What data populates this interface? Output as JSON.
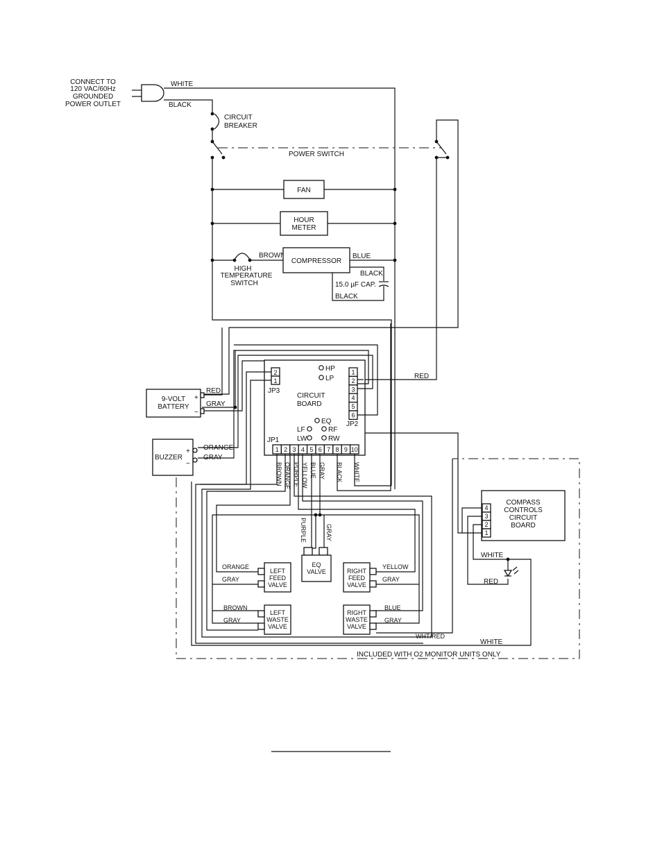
{
  "labels": {
    "connect": [
      "CONNECT TO",
      "120 VAC/60Hz",
      "GROUNDED",
      "POWER OUTLET"
    ],
    "white": "WHITE",
    "black": "BLACK",
    "circuit_breaker": [
      "CIRCUIT",
      "BREAKER"
    ],
    "power_switch": "POWER SWITCH",
    "fan": "FAN",
    "hour_meter": [
      "HOUR",
      "METER"
    ],
    "brown": "BROWN",
    "compressor": "COMPRESSOR",
    "blue": "BLUE",
    "cap_black_top": "BLACK",
    "capacitor": "15.0 µF CAP.",
    "cap_black_bottom": "BLACK",
    "high_temp": [
      "HIGH",
      "TEMPERATURE",
      "SWITCH"
    ],
    "battery": [
      "9-VOLT",
      "BATTERY"
    ],
    "battery_red": "RED",
    "battery_gray": "GRAY",
    "buzzer": "BUZZER",
    "buzzer_orange": "ORANGE",
    "buzzer_gray": "GRAY",
    "plus": "+",
    "minus": "−",
    "jp3": "JP3",
    "jp3_pins": [
      "2",
      "1"
    ],
    "hp": "HP",
    "lp": "LP",
    "circuit_board": [
      "CIRCUIT",
      "BOARD"
    ],
    "eq": "EQ",
    "lf": "LF",
    "rf": "RF",
    "lw": "LW",
    "rw": "RW",
    "jp1": "JP1",
    "jp2": "JP2",
    "jp2_pins": [
      "1",
      "2",
      "3",
      "4",
      "5",
      "6"
    ],
    "jp1_pins": [
      "1",
      "2",
      "3",
      "4",
      "5",
      "6",
      "7",
      "8",
      "9",
      "10"
    ],
    "jp1_wires": [
      "BROWN",
      "ORANGE",
      "PURPLE",
      "YELLOW",
      "BLUE",
      "GRAY",
      "BLACK",
      "WHITE"
    ],
    "red_to_switch": "RED",
    "compass": [
      "COMPASS",
      "CONTROLS",
      "CIRCUIT",
      "BOARD"
    ],
    "compass_pins": [
      "4",
      "3",
      "2",
      "1"
    ],
    "compass_white": "WHITE",
    "compass_red": "RED",
    "eq_purple": "PURPLE",
    "eq_gray": "GRAY",
    "eq_valve": [
      "EQ",
      "VALVE"
    ],
    "left_feed": [
      "LEFT",
      "FEED",
      "VALVE"
    ],
    "left_feed_orange": "ORANGE",
    "left_feed_gray": "GRAY",
    "right_feed": [
      "RIGHT",
      "FEED",
      "VALVE"
    ],
    "right_feed_yellow": "YELLOW",
    "right_feed_gray": "GRAY",
    "left_waste": [
      "LEFT",
      "WASTE",
      "VALVE"
    ],
    "left_waste_brown": "BROWN",
    "left_waste_gray": "GRAY",
    "right_waste": [
      "RIGHT",
      "WASTE",
      "VALVE"
    ],
    "right_waste_blue": "BLUE",
    "right_waste_gray": "GRAY",
    "wht_red": "WHT/RED",
    "white_bottom": "WHITE",
    "o2_note": "INCLUDED WITH O2 MONITOR UNITS ONLY"
  },
  "colors": {
    "line": "#111111",
    "background": "#ffffff"
  }
}
